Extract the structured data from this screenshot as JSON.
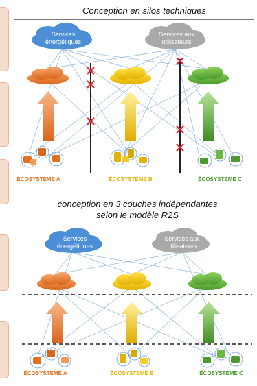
{
  "top": {
    "caption": "Conception en silos techniques",
    "cloud_left": {
      "line1": "Services",
      "line2": "énergétiques"
    },
    "cloud_right": {
      "line1": "Services aux",
      "line2": "utilisateurs"
    },
    "ecosystems": [
      {
        "label": "ÉCOSYSTEME A",
        "color": "#e0711f"
      },
      {
        "label": "ÉCOSYSTEME B",
        "color": "#e2b400"
      },
      {
        "label": "ÉCOSYSTEME C",
        "color": "#4d9a2f"
      }
    ]
  },
  "bottom": {
    "caption_line1": "conception en 3 couches indépendantes",
    "caption_line2": "selon le modèle R2S",
    "cloud_left": {
      "line1": "Services",
      "line2": "énergétiques"
    },
    "cloud_right": {
      "line1": "Services aux",
      "line2": "utilisateurs"
    },
    "ecosystems": [
      {
        "label": "ÉCOSYSTEME A",
        "color": "#e0711f"
      },
      {
        "label": "ÉCOSYSTEME B",
        "color": "#e2b400"
      },
      {
        "label": "ÉCOSYSTEME C",
        "color": "#4d9a2f"
      }
    ]
  },
  "colors": {
    "cloud_blue": "#4d8fd6",
    "cloud_gray": "#a9a9a9",
    "cross_red": "#e3262c",
    "line_blue": "#8fb6dc"
  },
  "icons": [
    "service-cloud-icon",
    "layer-cloud-icon",
    "upward-arrow-icon",
    "device-cluster-icon",
    "cross-mark-icon"
  ]
}
